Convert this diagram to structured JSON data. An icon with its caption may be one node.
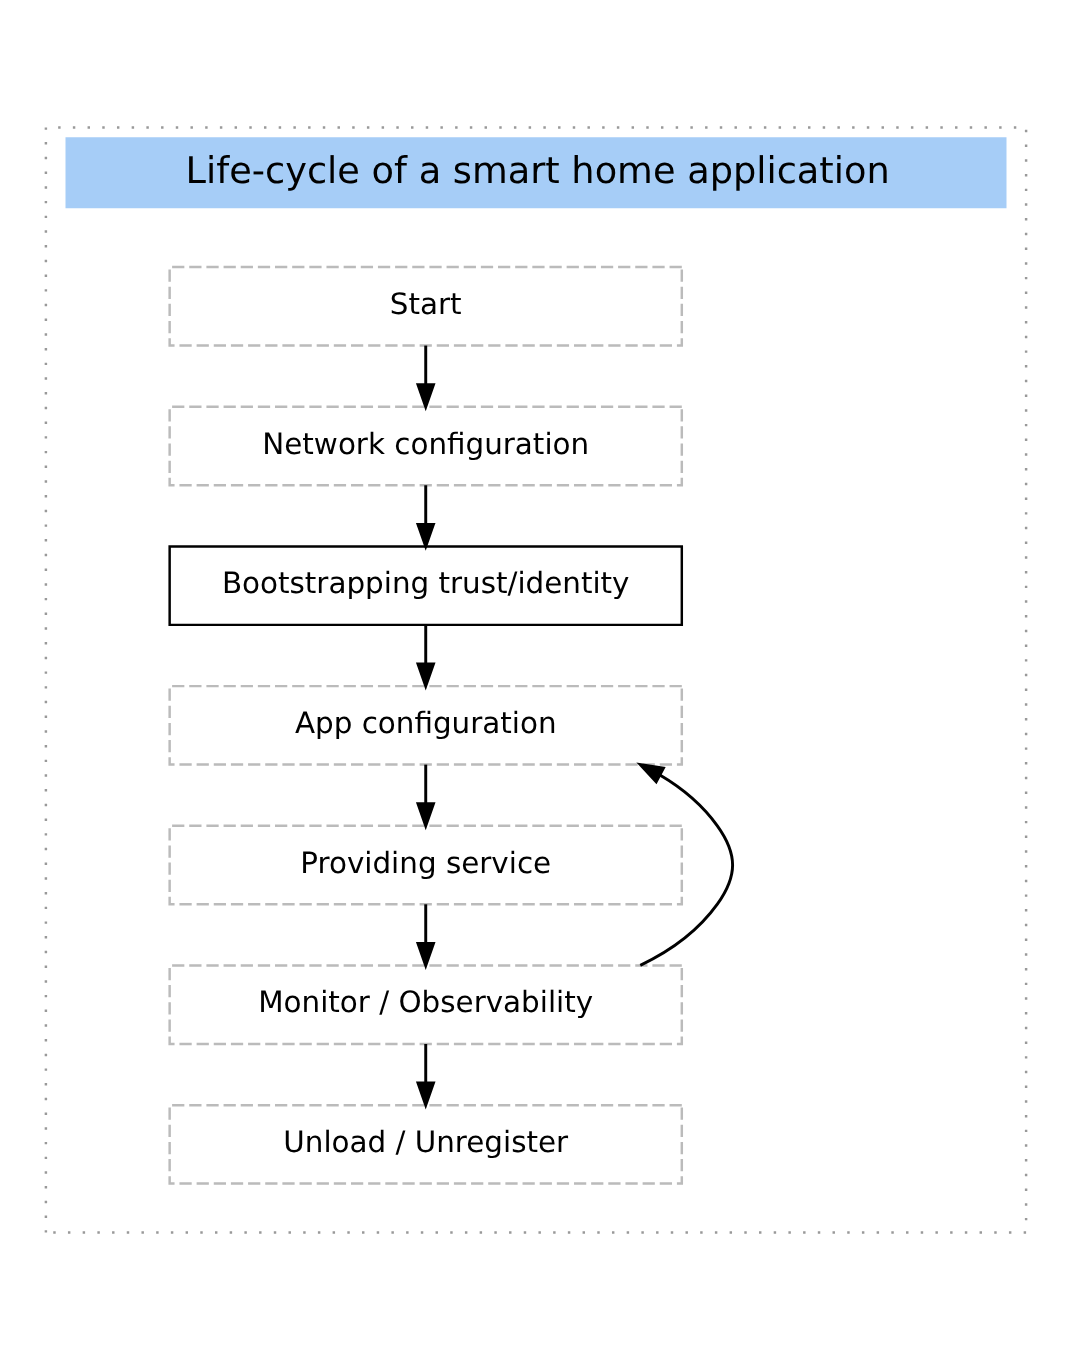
{
  "diagram": {
    "nodes": [
      {
        "text": [
          "Life-cycle of a smart home application"
        ]
      },
      {
        "text": [
          "Start"
        ],
        "in": 0
      },
      {
        "text": [
          "Network configuration"
        ],
        "in": 0
      },
      {
        "text": [
          "Bootstrapping trust/identity"
        ],
        "in": 0
      },
      {
        "text": [
          "App configuration"
        ],
        "in": 0
      },
      {
        "text": [
          "Providing service"
        ],
        "in": 0
      },
      {
        "text": [
          "Monitor / Observability"
        ],
        "in": 0
      },
      {
        "text": [
          "Unload / Unregister"
        ],
        "in": 0
      }
    ],
    "edges": [
      {
        "from": 1,
        "to": 2,
        "arrow": "to"
      },
      {
        "from": 2,
        "to": 3,
        "arrow": "to"
      },
      {
        "from": 3,
        "to": 4,
        "arrow": "to"
      },
      {
        "from": 4,
        "to": 5,
        "arrow": "to"
      },
      {
        "from": 5,
        "to": 6,
        "arrow": "to"
      },
      {
        "from": 6,
        "to": 7,
        "arrow": "to"
      },
      {
        "from": 6,
        "to": 4,
        "arrow": "to"
      }
    ]
  }
}
